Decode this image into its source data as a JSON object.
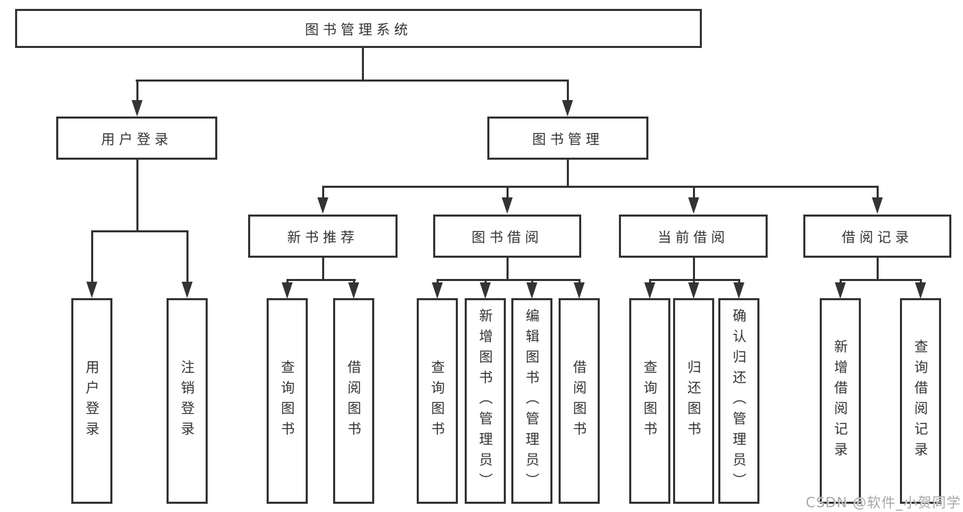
{
  "diagram_type": "function-structure-tree",
  "tree": {
    "root": {
      "label": "图书管理系统"
    },
    "branches": [
      {
        "label": "用户登录",
        "children": [
          {
            "label": "用户登录"
          },
          {
            "label": "注销登录"
          }
        ]
      },
      {
        "label": "图书管理",
        "children": [
          {
            "label": "新书推荐",
            "children": [
              {
                "label": "查询图书"
              },
              {
                "label": "借阅图书"
              }
            ]
          },
          {
            "label": "图书借阅",
            "children": [
              {
                "label": "查询图书"
              },
              {
                "label": "新增图书（管理员）"
              },
              {
                "label": "编辑图书（管理员）"
              },
              {
                "label": "借阅图书"
              }
            ]
          },
          {
            "label": "当前借阅",
            "children": [
              {
                "label": "查询图书"
              },
              {
                "label": "归还图书"
              },
              {
                "label": "确认归还（管理员）"
              }
            ]
          },
          {
            "label": "借阅记录",
            "children": [
              {
                "label": "新增借阅记录"
              },
              {
                "label": "查询借阅记录"
              }
            ]
          }
        ]
      }
    ]
  },
  "watermark": {
    "text": "CSDN @软件_小贺同学",
    "color": "#a8a8a8"
  },
  "colors": {
    "line": "#333333",
    "text": "#333333",
    "background": "#ffffff"
  }
}
